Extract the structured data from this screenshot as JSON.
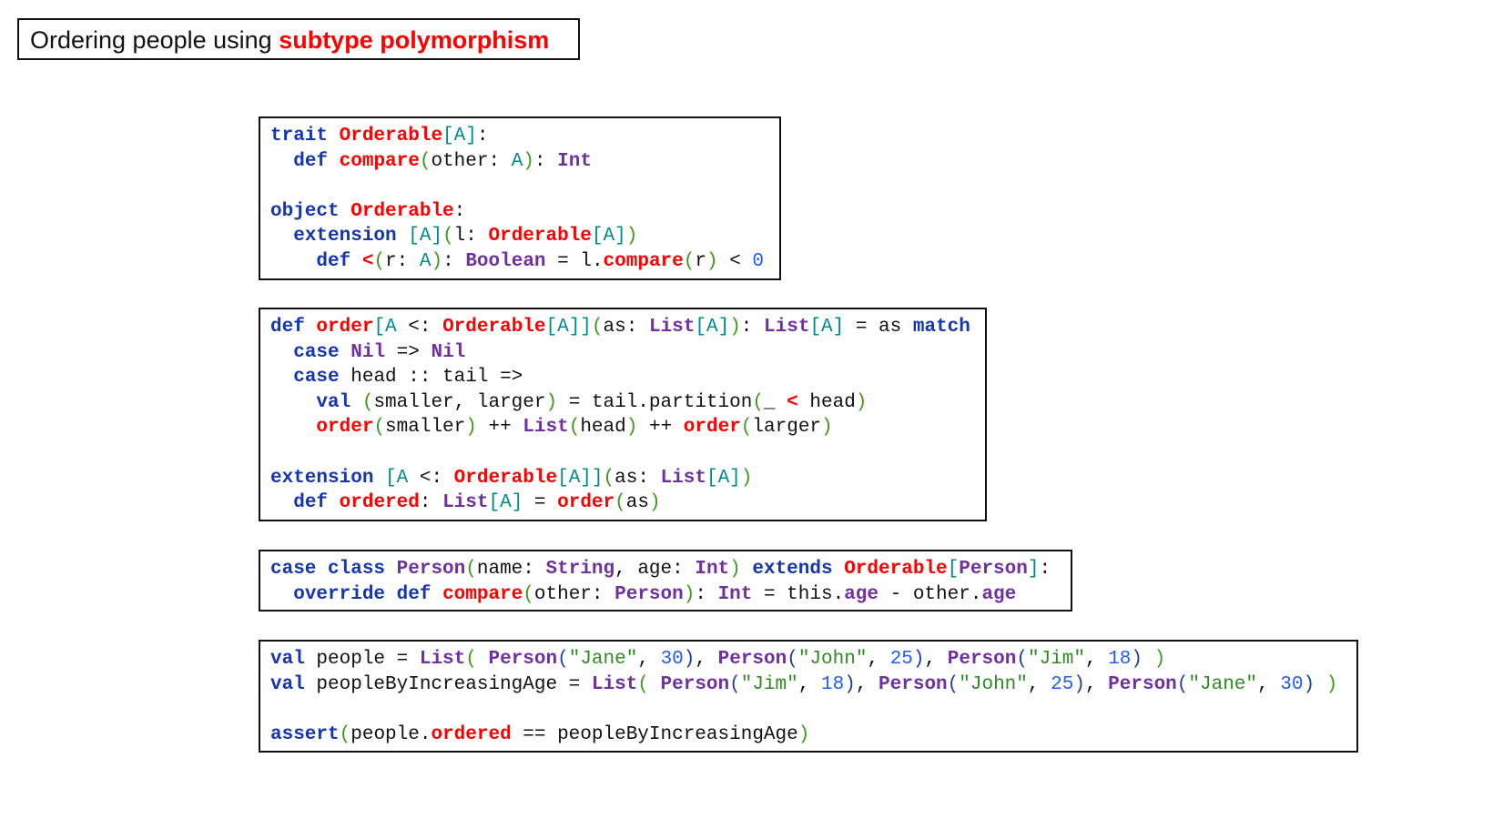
{
  "title": {
    "prefix": "Ordering people using ",
    "highlight": "subtype polymorphism"
  },
  "colors": {
    "keyword": "#1536b0",
    "identifier": "#ff0000",
    "type_param": "#008b8b",
    "paren": "#3c9a1c",
    "type": "#7030a0",
    "number": "#1f5cff",
    "string": "#2e8b22"
  },
  "code_blocks": [
    {
      "name": "orderable-trait-block",
      "lines": [
        [
          [
            "trait",
            "k"
          ],
          [
            " ",
            ""
          ],
          [
            "Orderable",
            "r"
          ],
          [
            "[A]",
            "t"
          ],
          [
            ":",
            ""
          ]
        ],
        [
          [
            "  ",
            ""
          ],
          [
            "def",
            "k"
          ],
          [
            " ",
            ""
          ],
          [
            "compare",
            "r"
          ],
          [
            "(",
            "g"
          ],
          [
            "other: ",
            ""
          ],
          [
            "A",
            "t"
          ],
          [
            ")",
            "g"
          ],
          [
            ": ",
            ""
          ],
          [
            "Int",
            "p"
          ]
        ],
        [],
        [
          [
            "object",
            "k"
          ],
          [
            " ",
            ""
          ],
          [
            "Orderable",
            "r"
          ],
          [
            ":",
            ""
          ]
        ],
        [
          [
            "  ",
            ""
          ],
          [
            "extension",
            "k"
          ],
          [
            " ",
            ""
          ],
          [
            "[A]",
            "t"
          ],
          [
            "(",
            "g"
          ],
          [
            "l: ",
            ""
          ],
          [
            "Orderable",
            "r"
          ],
          [
            "[A]",
            "t"
          ],
          [
            ")",
            "g"
          ]
        ],
        [
          [
            "    ",
            ""
          ],
          [
            "def",
            "k"
          ],
          [
            " ",
            ""
          ],
          [
            "<",
            "r"
          ],
          [
            "(",
            "g"
          ],
          [
            "r: ",
            ""
          ],
          [
            "A",
            "t"
          ],
          [
            ")",
            "g"
          ],
          [
            ": ",
            ""
          ],
          [
            "Boolean",
            "p"
          ],
          [
            " = l.",
            ""
          ],
          [
            "compare",
            "r"
          ],
          [
            "(",
            "g"
          ],
          [
            "r",
            ""
          ],
          [
            ")",
            "g"
          ],
          [
            " < ",
            ""
          ],
          [
            "0",
            "n"
          ]
        ]
      ]
    },
    {
      "name": "order-function-block",
      "lines": [
        [
          [
            "def",
            "k"
          ],
          [
            " ",
            ""
          ],
          [
            "order",
            "r"
          ],
          [
            "[A",
            "t"
          ],
          [
            " <: ",
            ""
          ],
          [
            "Orderable",
            "r"
          ],
          [
            "[A]]",
            "t"
          ],
          [
            "(",
            "g"
          ],
          [
            "as: ",
            ""
          ],
          [
            "List",
            "p"
          ],
          [
            "[A]",
            "t"
          ],
          [
            ")",
            "g"
          ],
          [
            ": ",
            ""
          ],
          [
            "List",
            "p"
          ],
          [
            "[A]",
            "t"
          ],
          [
            " = as ",
            ""
          ],
          [
            "match",
            "k"
          ]
        ],
        [
          [
            "  ",
            ""
          ],
          [
            "case",
            "k"
          ],
          [
            " ",
            ""
          ],
          [
            "Nil",
            "p"
          ],
          [
            " => ",
            ""
          ],
          [
            "Nil",
            "p"
          ]
        ],
        [
          [
            "  ",
            ""
          ],
          [
            "case",
            "k"
          ],
          [
            " head :: tail =>",
            ""
          ]
        ],
        [
          [
            "    ",
            ""
          ],
          [
            "val",
            "k"
          ],
          [
            " ",
            ""
          ],
          [
            "(",
            "g"
          ],
          [
            "smaller, larger",
            ""
          ],
          [
            ")",
            "g"
          ],
          [
            " = tail.partition",
            ""
          ],
          [
            "(",
            "g"
          ],
          [
            "_ ",
            ""
          ],
          [
            "<",
            "r"
          ],
          [
            " head",
            ""
          ],
          [
            ")",
            "g"
          ]
        ],
        [
          [
            "    ",
            ""
          ],
          [
            "order",
            "r"
          ],
          [
            "(",
            "g"
          ],
          [
            "smaller",
            ""
          ],
          [
            ")",
            "g"
          ],
          [
            " ++ ",
            ""
          ],
          [
            "List",
            "p"
          ],
          [
            "(",
            "g"
          ],
          [
            "head",
            ""
          ],
          [
            ")",
            "g"
          ],
          [
            " ++ ",
            ""
          ],
          [
            "order",
            "r"
          ],
          [
            "(",
            "g"
          ],
          [
            "larger",
            ""
          ],
          [
            ")",
            "g"
          ]
        ],
        [],
        [
          [
            "extension",
            "k"
          ],
          [
            " ",
            ""
          ],
          [
            "[A",
            "t"
          ],
          [
            " <: ",
            ""
          ],
          [
            "Orderable",
            "r"
          ],
          [
            "[A]]",
            "t"
          ],
          [
            "(",
            "g"
          ],
          [
            "as: ",
            ""
          ],
          [
            "List",
            "p"
          ],
          [
            "[A]",
            "t"
          ],
          [
            ")",
            "g"
          ]
        ],
        [
          [
            "  ",
            ""
          ],
          [
            "def",
            "k"
          ],
          [
            " ",
            ""
          ],
          [
            "ordered",
            "r"
          ],
          [
            ": ",
            ""
          ],
          [
            "List",
            "p"
          ],
          [
            "[A]",
            "t"
          ],
          [
            " = ",
            ""
          ],
          [
            "order",
            "r"
          ],
          [
            "(",
            "g"
          ],
          [
            "as",
            ""
          ],
          [
            ")",
            "g"
          ]
        ]
      ]
    },
    {
      "name": "person-class-block",
      "lines": [
        [
          [
            "case class",
            "k"
          ],
          [
            " ",
            ""
          ],
          [
            "Person",
            "p"
          ],
          [
            "(",
            "g"
          ],
          [
            "name: ",
            ""
          ],
          [
            "String",
            "p"
          ],
          [
            ", age: ",
            ""
          ],
          [
            "Int",
            "p"
          ],
          [
            ")",
            "g"
          ],
          [
            " ",
            ""
          ],
          [
            "extends",
            "k"
          ],
          [
            " ",
            ""
          ],
          [
            "Orderable",
            "r"
          ],
          [
            "[",
            "t"
          ],
          [
            "Person",
            "p"
          ],
          [
            "]",
            "t"
          ],
          [
            ":",
            ""
          ]
        ],
        [
          [
            "  ",
            ""
          ],
          [
            "override def",
            "k"
          ],
          [
            " ",
            ""
          ],
          [
            "compare",
            "r"
          ],
          [
            "(",
            "g"
          ],
          [
            "other: ",
            ""
          ],
          [
            "Person",
            "p"
          ],
          [
            ")",
            "g"
          ],
          [
            ": ",
            ""
          ],
          [
            "Int",
            "p"
          ],
          [
            " = this.",
            ""
          ],
          [
            "age",
            "p"
          ],
          [
            " - other.",
            ""
          ],
          [
            "age",
            "p"
          ]
        ]
      ]
    },
    {
      "name": "usage-block",
      "lines": [
        [
          [
            "val",
            "k"
          ],
          [
            " people = ",
            ""
          ],
          [
            "List",
            "p"
          ],
          [
            "(",
            "g"
          ],
          [
            " ",
            ""
          ],
          [
            "Person",
            "p"
          ],
          [
            "(",
            "b"
          ],
          [
            "\"Jane\"",
            "s"
          ],
          [
            ", ",
            ""
          ],
          [
            "30",
            "n"
          ],
          [
            ")",
            "b"
          ],
          [
            ", ",
            ""
          ],
          [
            "Person",
            "p"
          ],
          [
            "(",
            "b"
          ],
          [
            "\"John\"",
            "s"
          ],
          [
            ", ",
            ""
          ],
          [
            "25",
            "n"
          ],
          [
            ")",
            "b"
          ],
          [
            ", ",
            ""
          ],
          [
            "Person",
            "p"
          ],
          [
            "(",
            "b"
          ],
          [
            "\"Jim\"",
            "s"
          ],
          [
            ", ",
            ""
          ],
          [
            "18",
            "n"
          ],
          [
            ")",
            "b"
          ],
          [
            " ",
            ""
          ],
          [
            ")",
            "g"
          ]
        ],
        [
          [
            "val",
            "k"
          ],
          [
            " peopleByIncreasingAge = ",
            ""
          ],
          [
            "List",
            "p"
          ],
          [
            "(",
            "g"
          ],
          [
            " ",
            ""
          ],
          [
            "Person",
            "p"
          ],
          [
            "(",
            "b"
          ],
          [
            "\"Jim\"",
            "s"
          ],
          [
            ", ",
            ""
          ],
          [
            "18",
            "n"
          ],
          [
            ")",
            "b"
          ],
          [
            ", ",
            ""
          ],
          [
            "Person",
            "p"
          ],
          [
            "(",
            "b"
          ],
          [
            "\"John\"",
            "s"
          ],
          [
            ", ",
            ""
          ],
          [
            "25",
            "n"
          ],
          [
            ")",
            "b"
          ],
          [
            ", ",
            ""
          ],
          [
            "Person",
            "p"
          ],
          [
            "(",
            "b"
          ],
          [
            "\"Jane\"",
            "s"
          ],
          [
            ", ",
            ""
          ],
          [
            "30",
            "n"
          ],
          [
            ")",
            "b"
          ],
          [
            " ",
            ""
          ],
          [
            ")",
            "g"
          ]
        ],
        [],
        [
          [
            "assert",
            "k"
          ],
          [
            "(",
            "g"
          ],
          [
            "people.",
            ""
          ],
          [
            "ordered",
            "r"
          ],
          [
            " == peopleByIncreasingAge",
            ""
          ],
          [
            ")",
            "g"
          ]
        ]
      ]
    }
  ]
}
